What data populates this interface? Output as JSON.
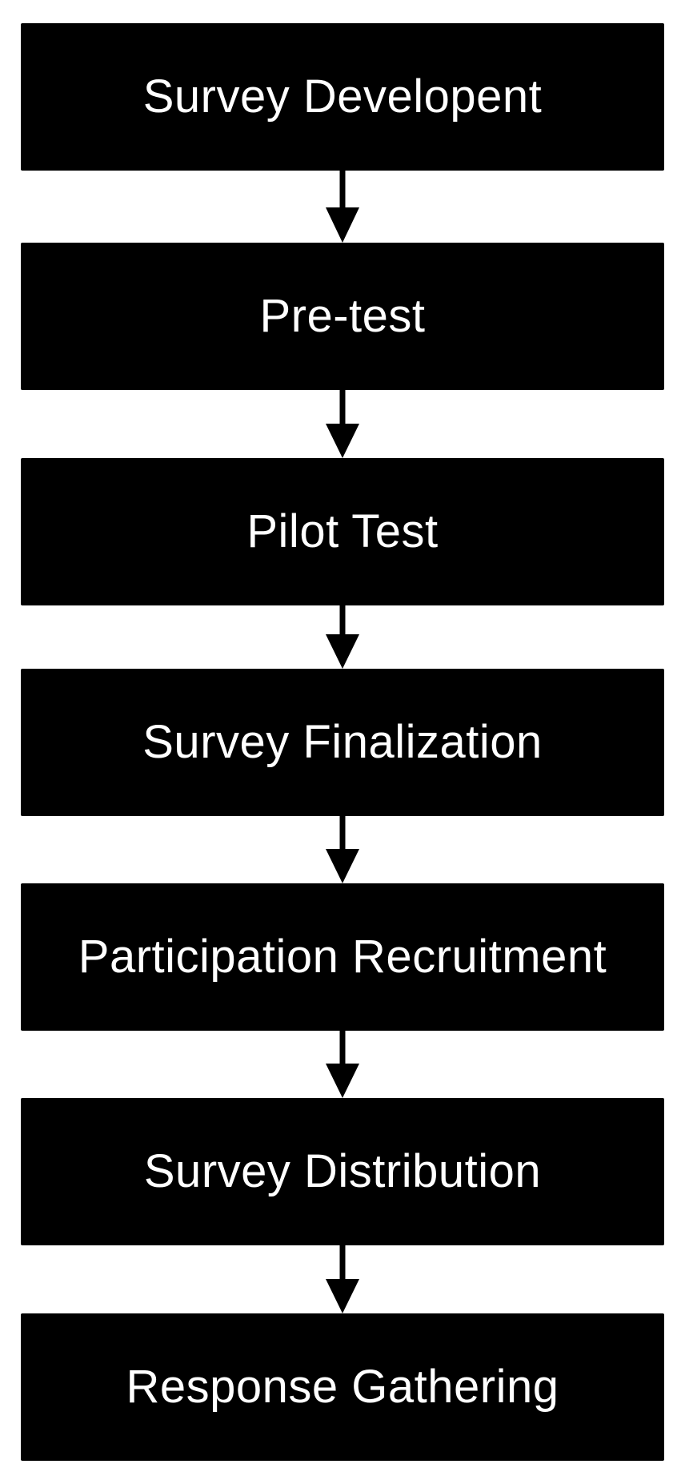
{
  "steps": [
    {
      "label": "Survey Developent"
    },
    {
      "label": "Pre-test"
    },
    {
      "label": "Pilot Test"
    },
    {
      "label": "Survey Finalization"
    },
    {
      "label": "Participation Recruitment"
    },
    {
      "label": "Survey Distribution"
    },
    {
      "label": "Response Gathering"
    }
  ],
  "colors": {
    "box_fill": "#000000",
    "box_text": "#ffffff",
    "connector": "#000000",
    "background": "#ffffff"
  },
  "icons": {
    "connector": "arrow-down-icon"
  }
}
